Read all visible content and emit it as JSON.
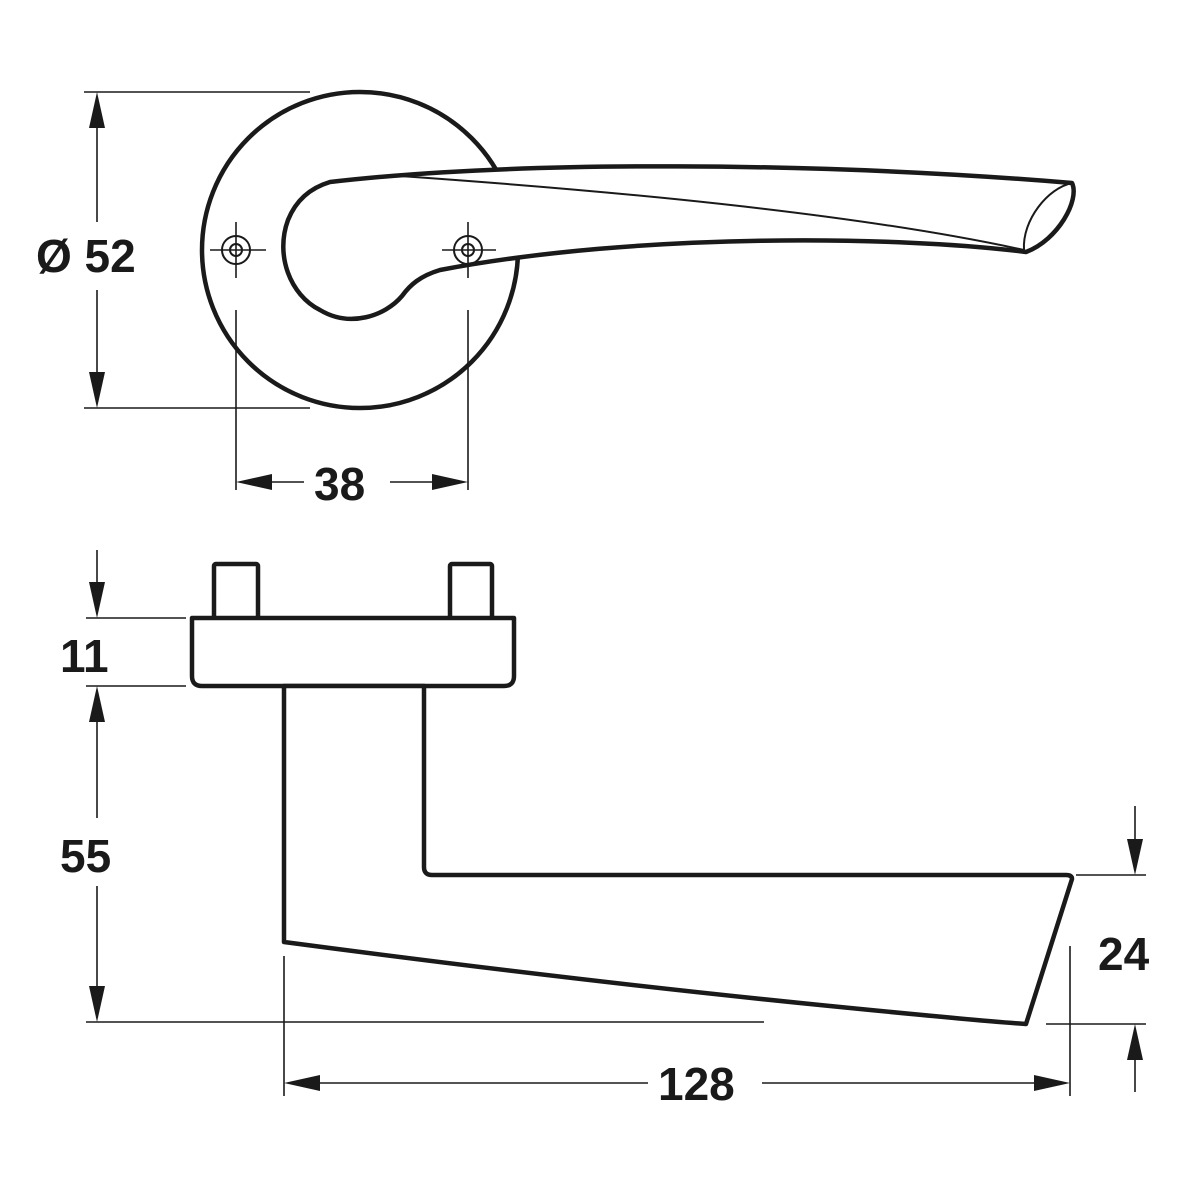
{
  "dimensions": {
    "rose_diameter": "Ø 52",
    "screw_spacing": "38",
    "rose_thickness": "11",
    "handle_height": "55",
    "lever_thickness": "24",
    "lever_length": "128"
  },
  "colors": {
    "line": "#1a1a1a",
    "background": "#ffffff"
  }
}
